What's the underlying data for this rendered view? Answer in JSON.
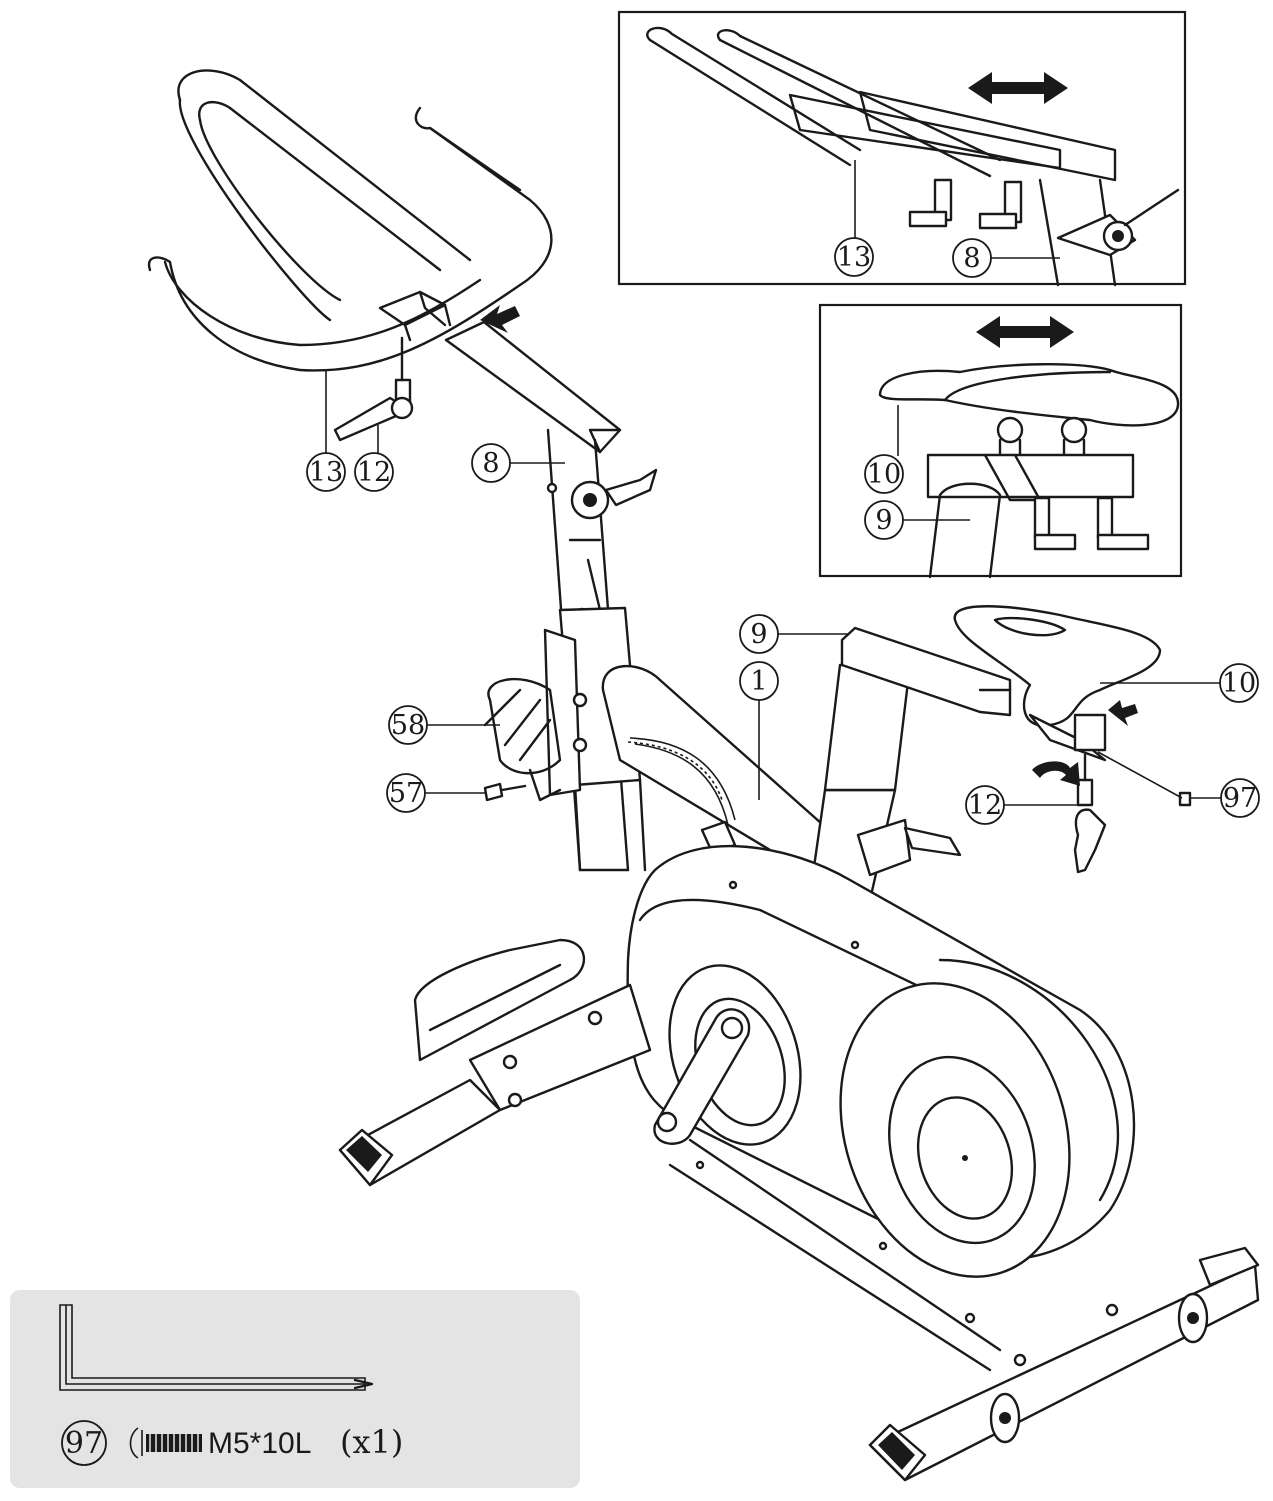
{
  "callouts": {
    "inset_top_13": "13",
    "inset_top_8": "8",
    "inset_mid_10": "10",
    "inset_mid_9": "9",
    "main_13": "13",
    "main_12_handlebar": "12",
    "main_8": "8",
    "main_9": "9",
    "main_1": "1",
    "main_10": "10",
    "main_58": "58",
    "main_57": "57",
    "main_12_seat": "12",
    "main_97": "97"
  },
  "hardware_kit": {
    "part_number": "97",
    "spec": "M5*10L",
    "quantity": "(x1)"
  }
}
